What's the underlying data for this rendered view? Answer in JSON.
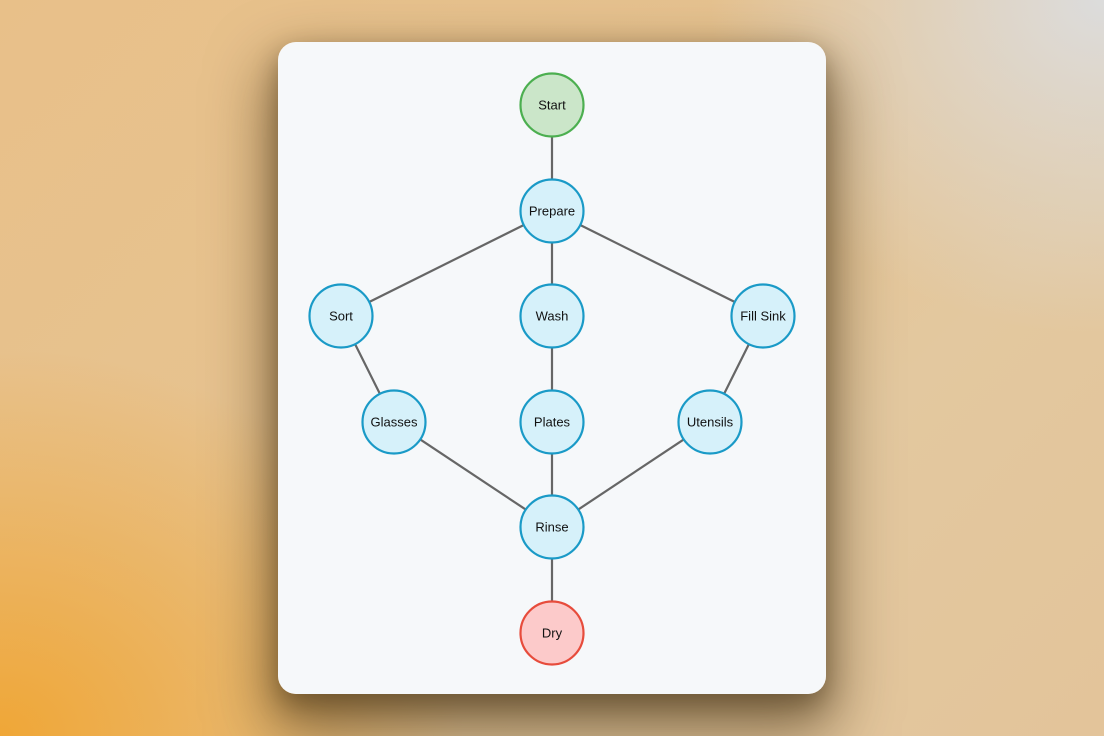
{
  "diagram": {
    "colors": {
      "start_fill": "#cbe6c9",
      "start_stroke": "#4caf50",
      "step_fill": "#d6f1fa",
      "step_stroke": "#1a9ac7",
      "end_fill": "#fccaca",
      "end_stroke": "#e74c3c",
      "edge": "#666666",
      "card_bg": "#f6f8fa"
    },
    "nodes": [
      {
        "id": "start",
        "label": "Start",
        "kind": "start"
      },
      {
        "id": "prepare",
        "label": "Prepare",
        "kind": "step"
      },
      {
        "id": "sort",
        "label": "Sort",
        "kind": "step"
      },
      {
        "id": "wash",
        "label": "Wash",
        "kind": "step"
      },
      {
        "id": "fillsink",
        "label": "Fill Sink",
        "kind": "step"
      },
      {
        "id": "glasses",
        "label": "Glasses",
        "kind": "step"
      },
      {
        "id": "plates",
        "label": "Plates",
        "kind": "step"
      },
      {
        "id": "utensils",
        "label": "Utensils",
        "kind": "step"
      },
      {
        "id": "rinse",
        "label": "Rinse",
        "kind": "step"
      },
      {
        "id": "dry",
        "label": "Dry",
        "kind": "end"
      }
    ],
    "edges": [
      {
        "from": "start",
        "to": "prepare"
      },
      {
        "from": "prepare",
        "to": "sort"
      },
      {
        "from": "prepare",
        "to": "wash"
      },
      {
        "from": "prepare",
        "to": "fillsink"
      },
      {
        "from": "sort",
        "to": "glasses"
      },
      {
        "from": "wash",
        "to": "plates"
      },
      {
        "from": "fillsink",
        "to": "utensils"
      },
      {
        "from": "glasses",
        "to": "rinse"
      },
      {
        "from": "plates",
        "to": "rinse"
      },
      {
        "from": "utensils",
        "to": "rinse"
      },
      {
        "from": "rinse",
        "to": "dry"
      }
    ]
  }
}
